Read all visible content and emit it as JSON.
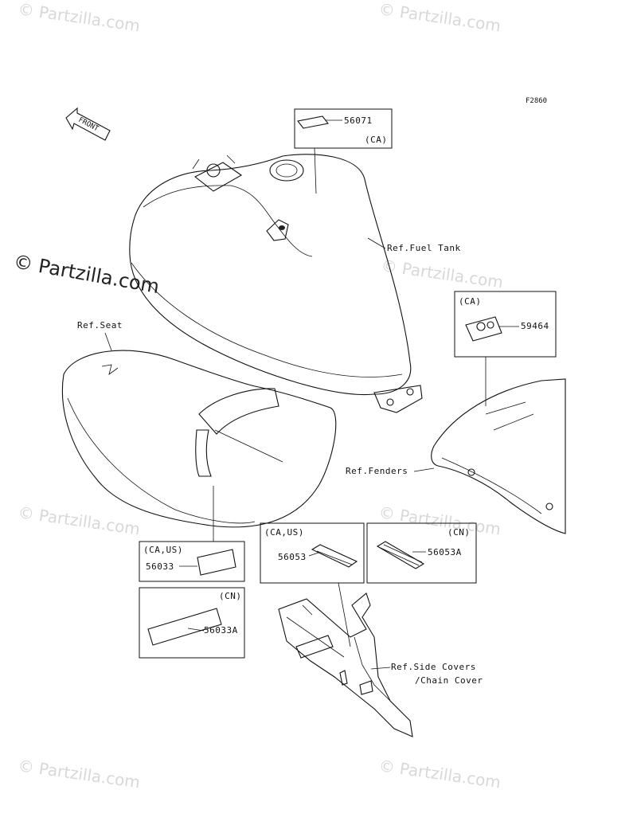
{
  "figure_code": "F2860",
  "front_arrow_label": "FRONT",
  "watermarks": [
    "© Partzilla.com",
    "© Partzilla.com",
    "© Partzilla.com",
    "© Partzilla.com",
    "© Partzilla.com",
    "© Partzilla.com",
    "© Partzilla.com",
    "© Partzilla.com"
  ],
  "main_watermark": "© Partzilla.com",
  "references": {
    "fuel_tank": "Ref.Fuel Tank",
    "seat": "Ref.Seat",
    "fenders": "Ref.Fenders",
    "side_covers_line1": "Ref.Side Covers",
    "side_covers_line2": "/Chain Cover"
  },
  "callouts": {
    "p56071": {
      "part": "56071",
      "region": "(CA)"
    },
    "p59464": {
      "part": "59464",
      "region": "(CA)"
    },
    "p56033": {
      "part": "56033",
      "region": "(CA,US)"
    },
    "p56033A": {
      "part": "56033A",
      "region": "(CN)"
    },
    "p56053": {
      "part": "56053",
      "region": "(CA,US)"
    },
    "p56053A": {
      "part": "56053A",
      "region": "(CN)"
    }
  }
}
